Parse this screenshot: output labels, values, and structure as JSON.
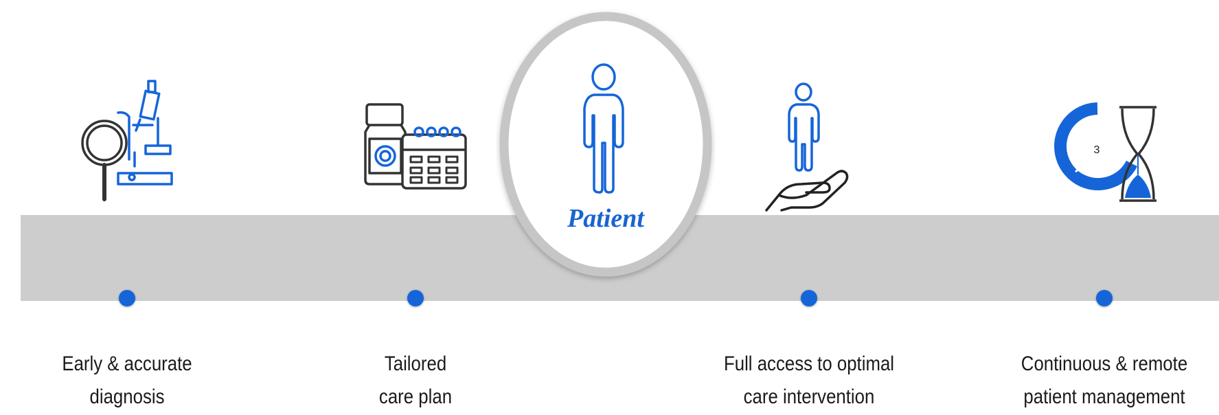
{
  "colors": {
    "accent": "#1565d8",
    "band": "#cdcdcd",
    "ring": "#c8c8c8",
    "outline": "#333333"
  },
  "center": {
    "label": "Patient",
    "icon": "person-icon"
  },
  "steps": [
    {
      "icon": "microscope-magnifier-icon",
      "line1": "Early & accurate",
      "line2": "diagnosis"
    },
    {
      "icon": "medicine-calendar-icon",
      "line1": "Tailored",
      "line2": "care plan"
    },
    {
      "icon": "hand-holding-person-icon",
      "line1": "Full access to optimal",
      "line2": "care intervention"
    },
    {
      "icon": "clock-hourglass-icon",
      "line1": "Continuous & remote",
      "line2": "patient management",
      "count": "3"
    }
  ]
}
